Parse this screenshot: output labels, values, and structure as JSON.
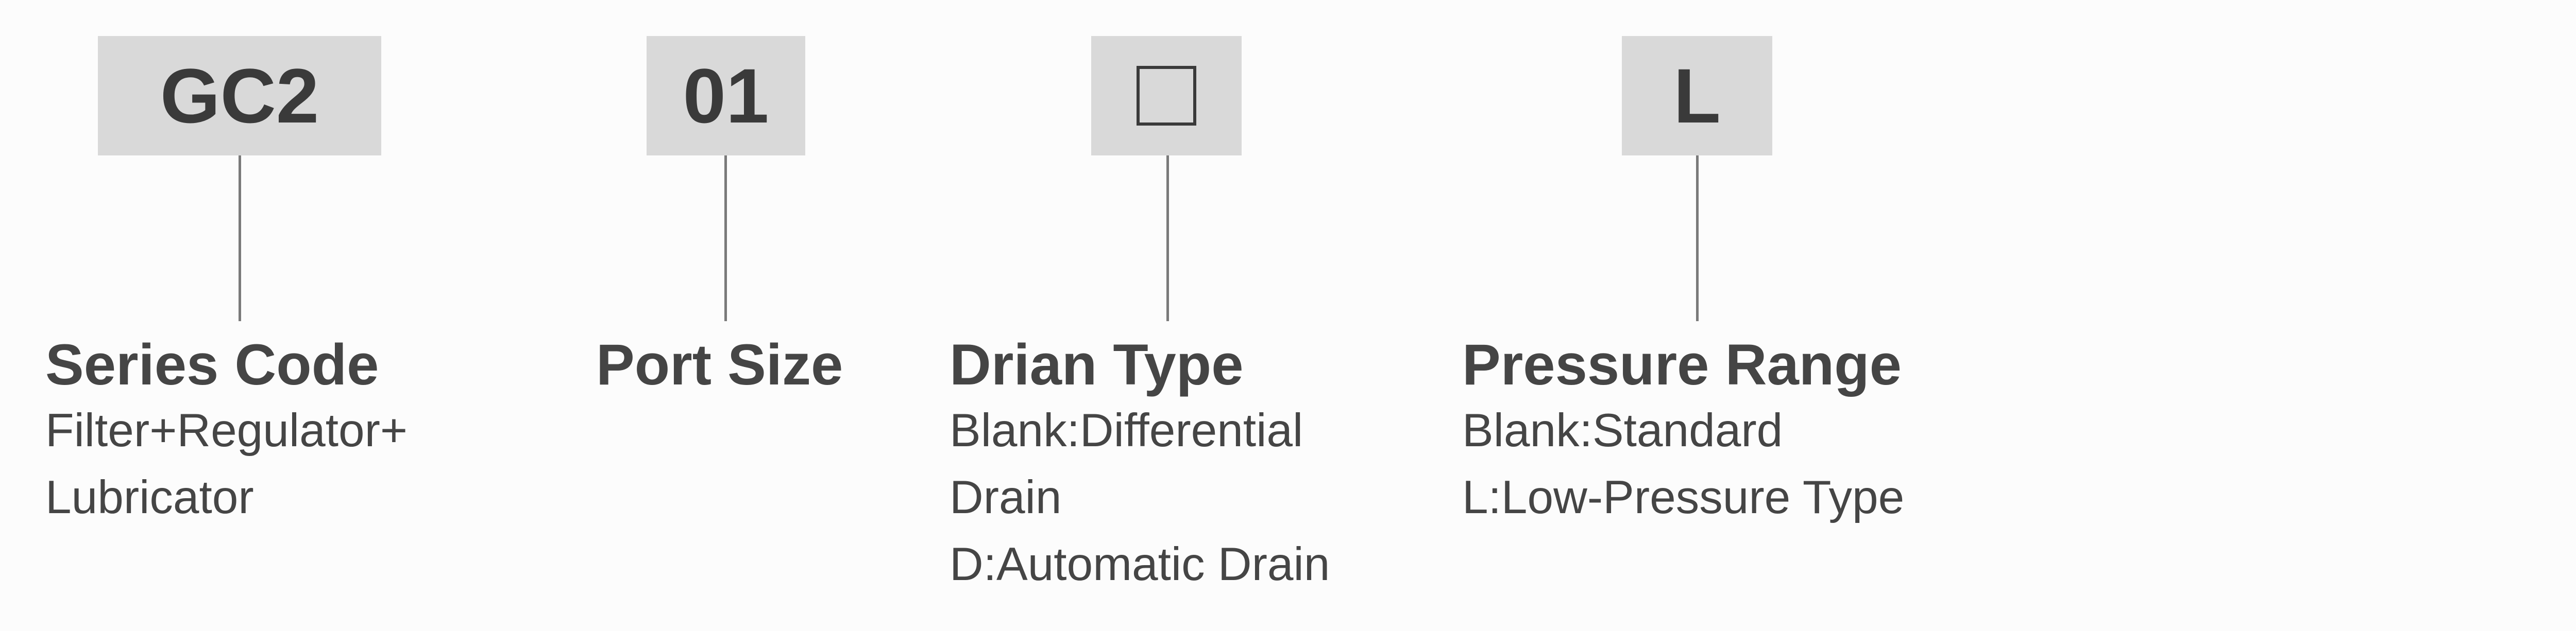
{
  "segments": [
    {
      "code": "GC2",
      "title": "Series Code",
      "lines": [
        "Filter+Regulator+",
        "Lubricator"
      ]
    },
    {
      "code": "01",
      "title": "Port Size",
      "lines": []
    },
    {
      "code": "□",
      "title": "Drian Type",
      "lines": [
        "Blank:Differential",
        "Drain",
        "D:Automatic Drain"
      ]
    },
    {
      "code": "L",
      "title": "Pressure Range",
      "lines": [
        "Blank:Standard",
        "L:Low-Pressure Type"
      ]
    }
  ]
}
